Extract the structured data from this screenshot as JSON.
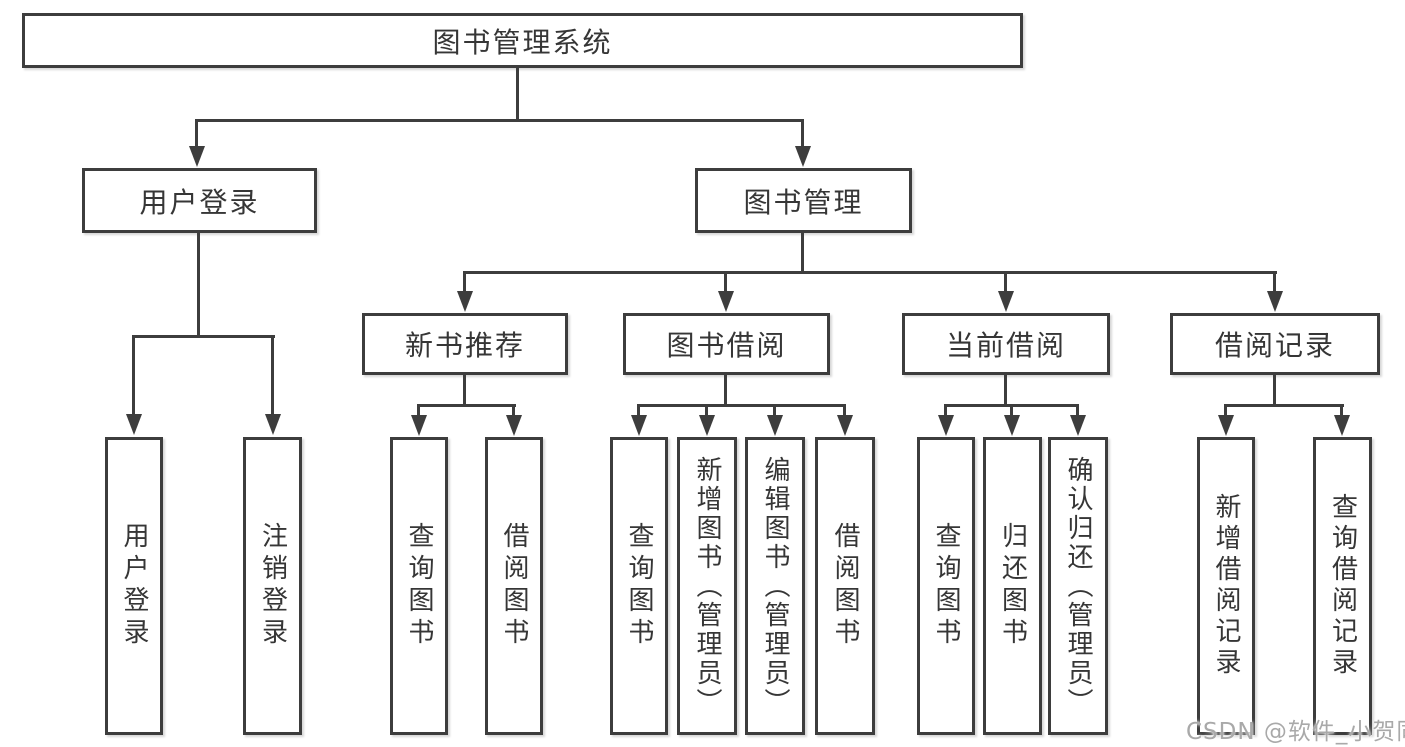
{
  "tree": {
    "label": "图书管理系统",
    "children": [
      {
        "label": "用户登录",
        "children": [
          {
            "label": "用户登录"
          },
          {
            "label": "注销登录"
          }
        ]
      },
      {
        "label": "图书管理",
        "children": [
          {
            "label": "新书推荐",
            "children": [
              {
                "label": "查询图书"
              },
              {
                "label": "借阅图书"
              }
            ]
          },
          {
            "label": "图书借阅",
            "children": [
              {
                "label": "查询图书"
              },
              {
                "label": "新增图书（管理员）"
              },
              {
                "label": "编辑图书（管理员）"
              },
              {
                "label": "借阅图书"
              }
            ]
          },
          {
            "label": "当前借阅",
            "children": [
              {
                "label": "查询图书"
              },
              {
                "label": "归还图书"
              },
              {
                "label": "确认归还（管理员）"
              }
            ]
          },
          {
            "label": "借阅记录",
            "children": [
              {
                "label": "新增借阅记录"
              },
              {
                "label": "查询借阅记录"
              }
            ]
          }
        ]
      }
    ]
  },
  "watermark": "CSDN @软件_小贺同学",
  "colors": {
    "line": "#3d3d3d",
    "text": "#363636",
    "background": "#ffffff",
    "watermark": "#a9a9a9"
  }
}
